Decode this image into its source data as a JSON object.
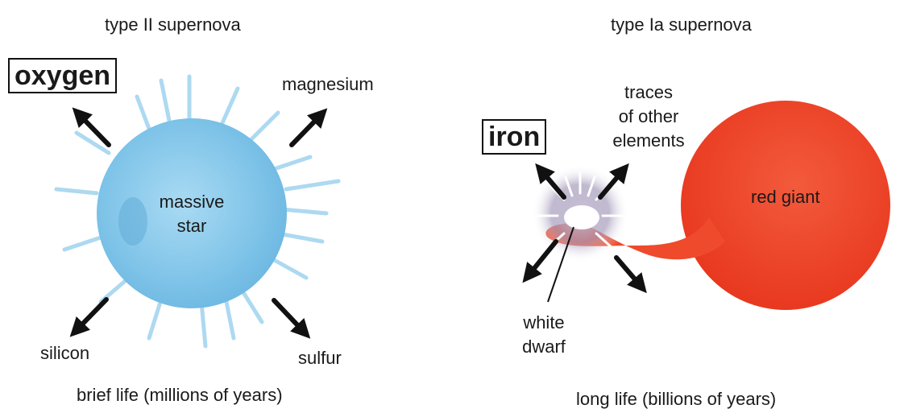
{
  "left": {
    "heading": "type II supernova",
    "element_box": "oxygen",
    "star_label_line1": "massive",
    "star_label_line2": "star",
    "elements": [
      "magnesium",
      "silicon",
      "sulfur"
    ],
    "footer": "brief life (millions of years)",
    "star_color": "#7fc4e8"
  },
  "right": {
    "heading": "type Ia supernova",
    "element_box": "iron",
    "traces_line1": "traces",
    "traces_line2": "of other",
    "traces_line3": "elements",
    "giant_label": "red giant",
    "dwarf_line1": "white",
    "dwarf_line2": "dwarf",
    "footer": "long life (billions of years)",
    "giant_color": "#f0452a"
  }
}
